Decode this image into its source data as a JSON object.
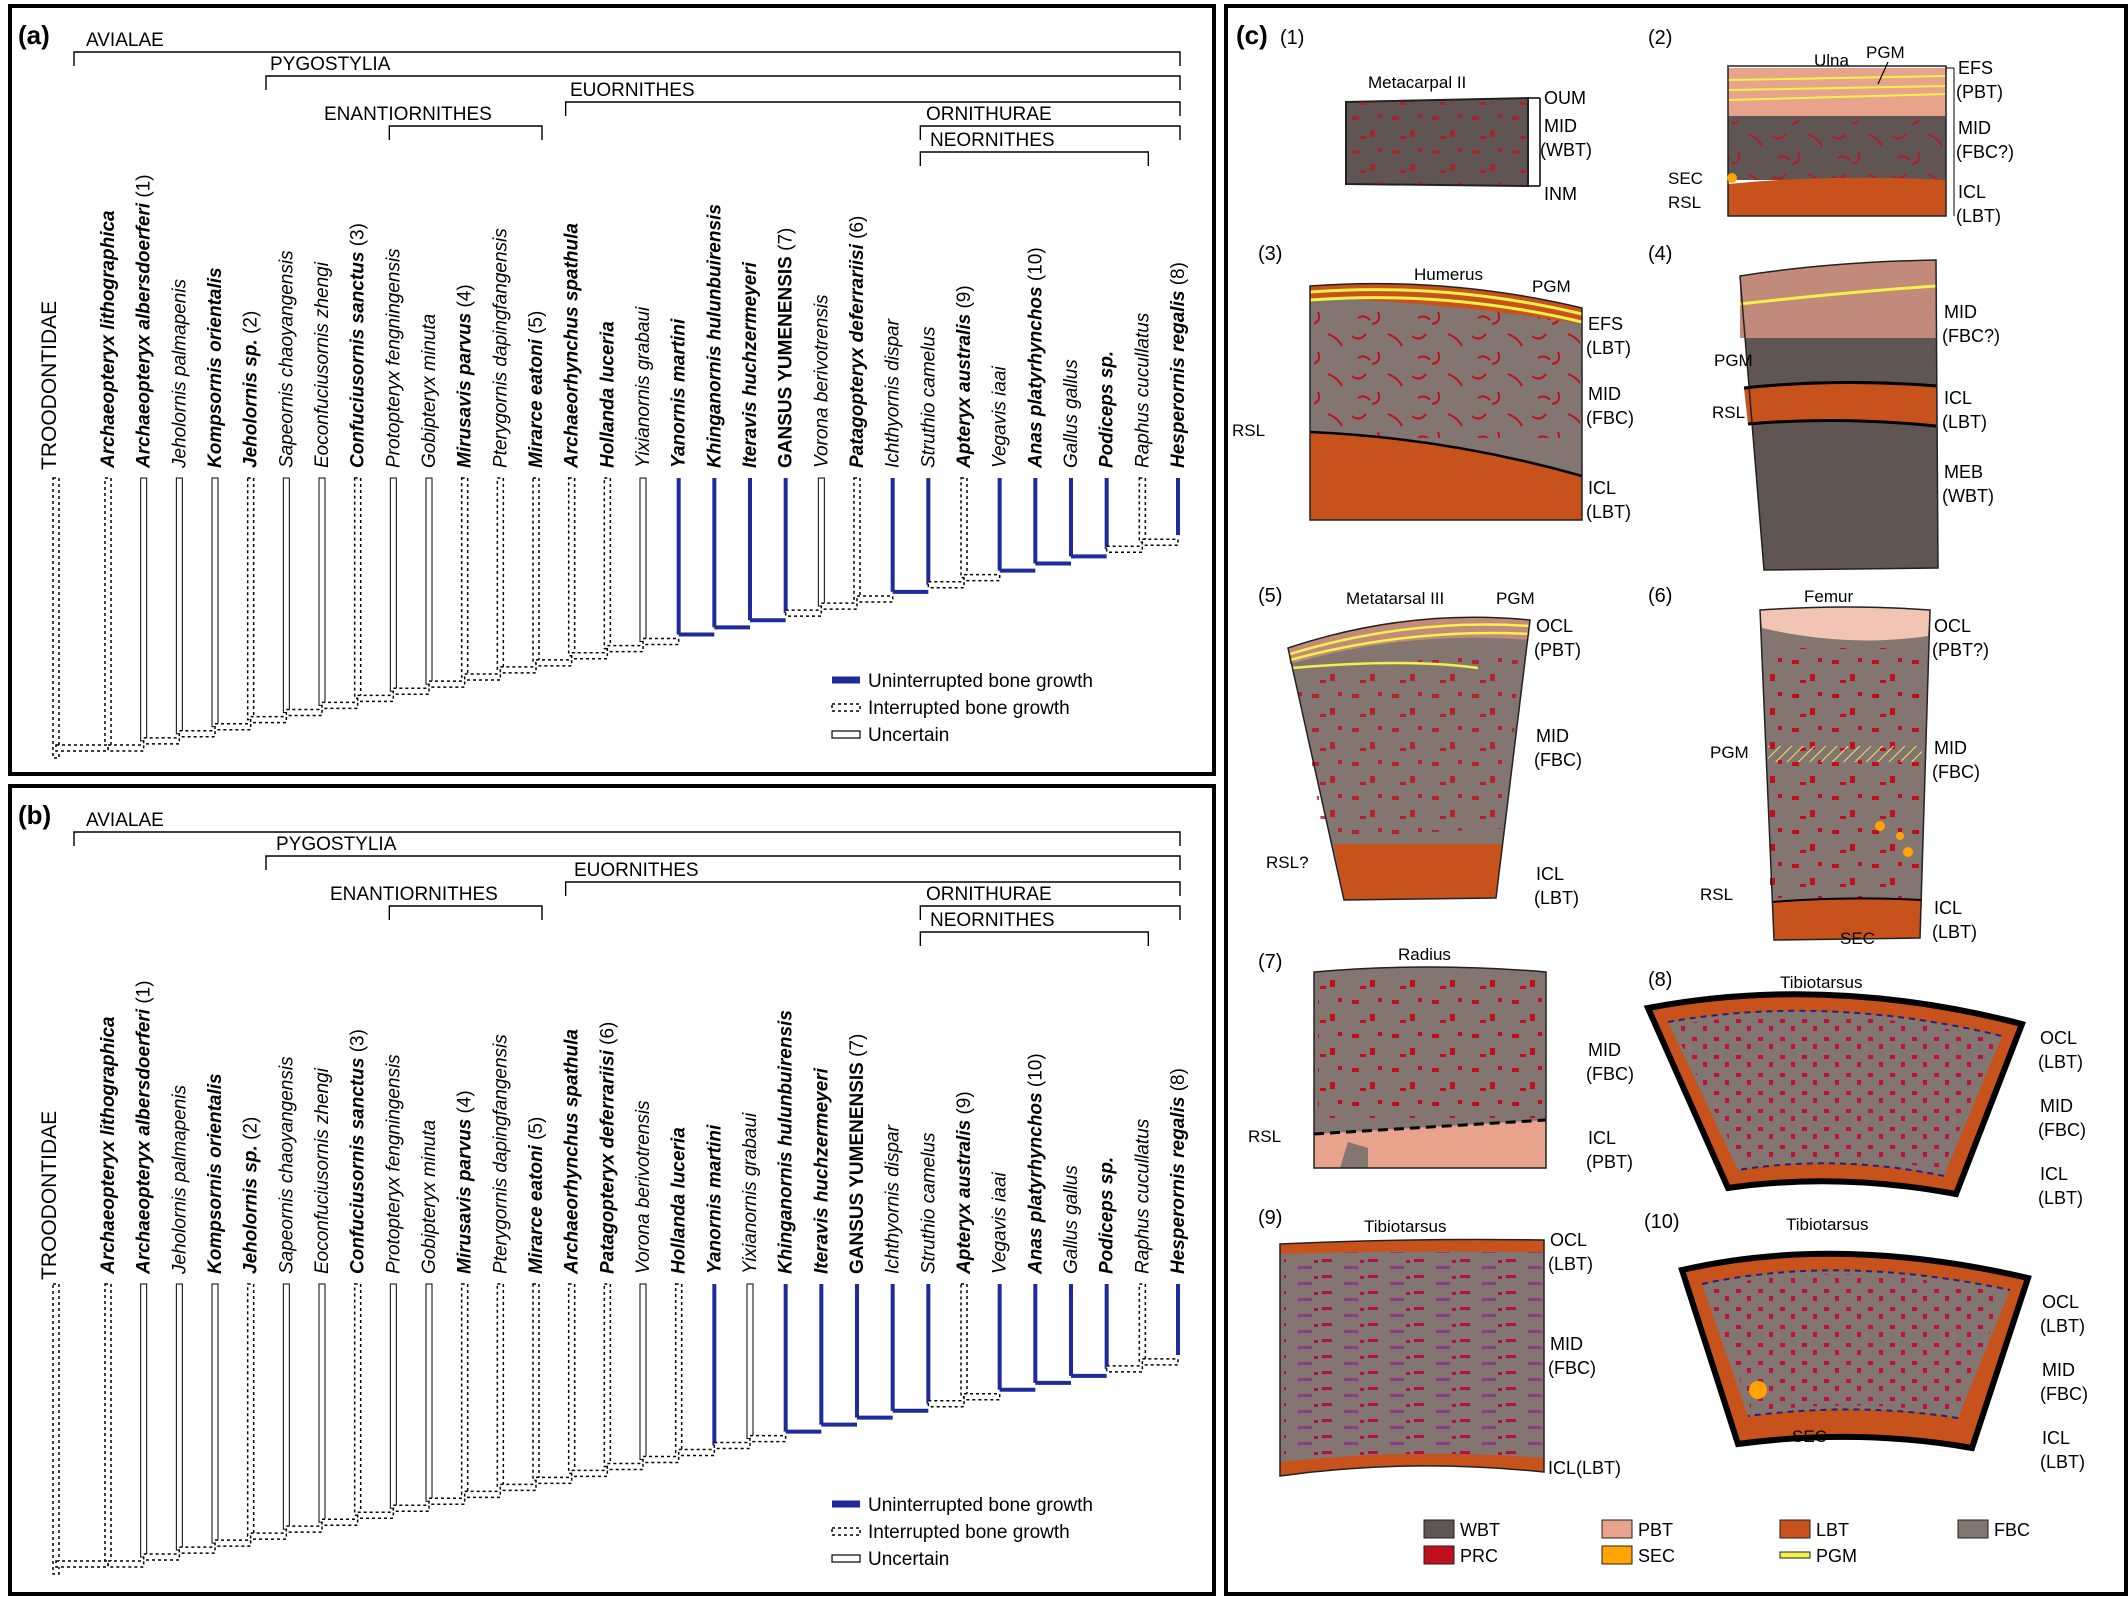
{
  "panel_a": {
    "letter": "(a)",
    "clades": {
      "avialae": "AVIALAE",
      "pygostylia": "PYGOSTYLIA",
      "enantiornithes": "ENANTIORNITHES",
      "euornithes": "EUORNITHES",
      "ornithurae": "ORNITHURAE",
      "neornithes": "NEORNITHES"
    },
    "outgroup": "TROODONTIDAE",
    "taxa": [
      {
        "name": "Archaeopteryx lithographica",
        "num": "",
        "bold": true,
        "state": "interrupted"
      },
      {
        "name": "Archaeopteryx albersdoerferi",
        "num": "(1)",
        "bold": true,
        "state": "uncertain"
      },
      {
        "name": "Jeholornis palmapenis",
        "num": "",
        "bold": false,
        "state": "uncertain"
      },
      {
        "name": "Kompsornis orientalis",
        "num": "",
        "bold": true,
        "state": "uncertain"
      },
      {
        "name": "Jeholornis sp.",
        "num": "(2)",
        "bold": true,
        "state": "interrupted"
      },
      {
        "name": "Sapeornis chaoyangensis",
        "num": "",
        "bold": false,
        "state": "uncertain"
      },
      {
        "name": "Eoconfuciusornis zhengi",
        "num": "",
        "bold": false,
        "state": "uncertain"
      },
      {
        "name": "Confuciusornis sanctus",
        "num": "(3)",
        "bold": true,
        "state": "interrupted"
      },
      {
        "name": "Protopteryx fengningensis",
        "num": "",
        "bold": false,
        "state": "uncertain"
      },
      {
        "name": "Gobipteryx minuta",
        "num": "",
        "bold": false,
        "state": "uncertain"
      },
      {
        "name": "Mirusavis parvus",
        "num": "(4)",
        "bold": true,
        "state": "interrupted"
      },
      {
        "name": "Pterygornis dapingfangensis",
        "num": "",
        "bold": false,
        "state": "interrupted"
      },
      {
        "name": "Mirarce eatoni",
        "num": "(5)",
        "bold": true,
        "state": "interrupted"
      },
      {
        "name": "Archaeorhynchus spathula",
        "num": "",
        "bold": true,
        "state": "interrupted"
      },
      {
        "name": "Hollanda luceria",
        "num": "",
        "bold": true,
        "state": "interrupted"
      },
      {
        "name": "Yixianornis grabaui",
        "num": "",
        "bold": false,
        "state": "uncertain"
      },
      {
        "name": "Yanornis martini",
        "num": "",
        "bold": true,
        "state": "uninterrupted"
      },
      {
        "name": "Khinganornis hulunbuirensis",
        "num": "",
        "bold": true,
        "state": "uninterrupted"
      },
      {
        "name": "Iteravis huchzermeyeri",
        "num": "",
        "bold": true,
        "state": "uninterrupted"
      },
      {
        "name": "GANSUS YUMENENSIS",
        "num": "(7)",
        "bold": true,
        "state": "uninterrupted"
      },
      {
        "name": "Vorona berivotrensis",
        "num": "",
        "bold": false,
        "state": "uncertain"
      },
      {
        "name": "Patagopteryx deferrariisi",
        "num": "(6)",
        "bold": true,
        "state": "interrupted"
      },
      {
        "name": "Ichthyornis dispar",
        "num": "",
        "bold": false,
        "state": "uninterrupted"
      },
      {
        "name": "Struthio camelus",
        "num": "",
        "bold": false,
        "state": "uninterrupted"
      },
      {
        "name": "Apteryx australis",
        "num": "(9)",
        "bold": true,
        "state": "interrupted"
      },
      {
        "name": "Vegavis iaai",
        "num": "",
        "bold": false,
        "state": "uninterrupted"
      },
      {
        "name": "Anas platyrhynchos",
        "num": "(10)",
        "bold": true,
        "state": "uninterrupted"
      },
      {
        "name": "Gallus gallus",
        "num": "",
        "bold": false,
        "state": "uninterrupted"
      },
      {
        "name": "Podiceps sp.",
        "num": "",
        "bold": true,
        "state": "uninterrupted"
      },
      {
        "name": "Raphus cucullatus",
        "num": "",
        "bold": false,
        "state": "interrupted"
      },
      {
        "name": "Hesperornis regalis",
        "num": "(8)",
        "bold": true,
        "state": "uninterrupted"
      }
    ]
  },
  "panel_b": {
    "letter": "(b)",
    "clades": {
      "avialae": "AVIALAE",
      "pygostylia": "PYGOSTYLIA",
      "enantiornithes": "ENANTIORNITHES",
      "euornithes": "EUORNITHES",
      "ornithurae": "ORNITHURAE",
      "neornithes": "NEORNITHES"
    },
    "outgroup": "TROODONTIDAE",
    "taxa": [
      {
        "name": "Archaeopteryx lithographica",
        "num": "",
        "bold": true,
        "state": "interrupted"
      },
      {
        "name": "Archaeopteryx albersdoerferi",
        "num": "(1)",
        "bold": true,
        "state": "uncertain"
      },
      {
        "name": "Jeholornis palmapenis",
        "num": "",
        "bold": false,
        "state": "uncertain"
      },
      {
        "name": "Kompsornis orientalis",
        "num": "",
        "bold": true,
        "state": "uncertain"
      },
      {
        "name": "Jeholornis sp.",
        "num": "(2)",
        "bold": true,
        "state": "interrupted"
      },
      {
        "name": "Sapeornis chaoyangensis",
        "num": "",
        "bold": false,
        "state": "uncertain"
      },
      {
        "name": "Eoconfuciusornis zhengi",
        "num": "",
        "bold": false,
        "state": "uncertain"
      },
      {
        "name": "Confuciusornis sanctus",
        "num": "(3)",
        "bold": true,
        "state": "interrupted"
      },
      {
        "name": "Protopteryx fengningensis",
        "num": "",
        "bold": false,
        "state": "uncertain"
      },
      {
        "name": "Gobipteryx minuta",
        "num": "",
        "bold": false,
        "state": "uncertain"
      },
      {
        "name": "Mirusavis parvus",
        "num": "(4)",
        "bold": true,
        "state": "interrupted"
      },
      {
        "name": "Pterygornis dapingfangensis",
        "num": "",
        "bold": false,
        "state": "interrupted"
      },
      {
        "name": "Mirarce eatoni",
        "num": "(5)",
        "bold": true,
        "state": "interrupted"
      },
      {
        "name": "Archaeorhynchus spathula",
        "num": "",
        "bold": true,
        "state": "interrupted"
      },
      {
        "name": "Patagopteryx deferrariisi",
        "num": "(6)",
        "bold": true,
        "state": "interrupted"
      },
      {
        "name": "Vorona berivotrensis",
        "num": "",
        "bold": false,
        "state": "uncertain"
      },
      {
        "name": "Hollanda luceria",
        "num": "",
        "bold": true,
        "state": "interrupted"
      },
      {
        "name": "Yanornis martini",
        "num": "",
        "bold": true,
        "state": "uninterrupted"
      },
      {
        "name": "Yixianornis grabaui",
        "num": "",
        "bold": false,
        "state": "uncertain"
      },
      {
        "name": "Khinganornis hulunbuirensis",
        "num": "",
        "bold": true,
        "state": "uninterrupted"
      },
      {
        "name": "Iteravis huchzermeyeri",
        "num": "",
        "bold": true,
        "state": "uninterrupted"
      },
      {
        "name": "GANSUS YUMENENSIS",
        "num": "(7)",
        "bold": true,
        "state": "uninterrupted"
      },
      {
        "name": "Ichthyornis dispar",
        "num": "",
        "bold": false,
        "state": "uninterrupted"
      },
      {
        "name": "Struthio camelus",
        "num": "",
        "bold": false,
        "state": "uninterrupted"
      },
      {
        "name": "Apteryx australis",
        "num": "(9)",
        "bold": true,
        "state": "interrupted"
      },
      {
        "name": "Vegavis iaai",
        "num": "",
        "bold": false,
        "state": "uninterrupted"
      },
      {
        "name": "Anas platyrhynchos",
        "num": "(10)",
        "bold": true,
        "state": "uninterrupted"
      },
      {
        "name": "Gallus gallus",
        "num": "",
        "bold": false,
        "state": "uninterrupted"
      },
      {
        "name": "Podiceps sp.",
        "num": "",
        "bold": true,
        "state": "uninterrupted"
      },
      {
        "name": "Raphus cucullatus",
        "num": "",
        "bold": false,
        "state": "interrupted"
      },
      {
        "name": "Hesperornis regalis",
        "num": "(8)",
        "bold": true,
        "state": "uninterrupted"
      }
    ]
  },
  "tree_legend": {
    "uninterrupted": "Uninterrupted bone growth",
    "interrupted": "Interrupted bone growth",
    "uncertain": "Uncertain"
  },
  "panel_c": {
    "letter": "(c)",
    "sections": [
      {
        "num": "(1)",
        "bone": "Metacarpal II",
        "labels": [
          "OUM",
          "MID",
          "(WBT)",
          "INM"
        ]
      },
      {
        "num": "(2)",
        "bone": "Ulna",
        "labels": [
          "PGM",
          "EFS",
          "(PBT)",
          "MID",
          "(FBC?)",
          "ICL",
          "(LBT)",
          "SEC",
          "RSL"
        ]
      },
      {
        "num": "(3)",
        "bone": "Humerus",
        "labels": [
          "PGM",
          "EFS",
          "(LBT)",
          "MID",
          "(FBC)",
          "ICL",
          "(LBT)",
          "RSL"
        ]
      },
      {
        "num": "(4)",
        "bone": "",
        "labels": [
          "MID",
          "(FBC?)",
          "PGM",
          "RSL",
          "ICL",
          "(LBT)",
          "MEB",
          "(WBT)"
        ]
      },
      {
        "num": "(5)",
        "bone": "Metatarsal III",
        "labels": [
          "PGM",
          "OCL",
          "(PBT)",
          "MID",
          "(FBC)",
          "RSL?",
          "ICL",
          "(LBT)"
        ]
      },
      {
        "num": "(6)",
        "bone": "Femur",
        "labels": [
          "OCL",
          "(PBT?)",
          "PGM",
          "MID",
          "(FBC)",
          "RSL",
          "ICL",
          "(LBT)",
          "SEC"
        ]
      },
      {
        "num": "(7)",
        "bone": "Radius",
        "labels": [
          "MID",
          "(FBC)",
          "RSL",
          "ICL",
          "(PBT)"
        ]
      },
      {
        "num": "(8)",
        "bone": "Tibiotarsus",
        "labels": [
          "OCL",
          "(LBT)",
          "MID",
          "(FBC)",
          "ICL",
          "(LBT)"
        ]
      },
      {
        "num": "(9)",
        "bone": "Tibiotarsus",
        "labels": [
          "OCL",
          "(LBT)",
          "MID",
          "(FBC)",
          "ICL(LBT)"
        ]
      },
      {
        "num": "(10)",
        "bone": "Tibiotarsus",
        "labels": [
          "OCL",
          "(LBT)",
          "MID",
          "(FBC)",
          "ICL",
          "(LBT)",
          "SEC"
        ]
      }
    ],
    "legend": [
      {
        "code": "WBT",
        "color": "#5f5552"
      },
      {
        "code": "PBT",
        "color": "#e8a38c"
      },
      {
        "code": "LBT",
        "color": "#c8521c"
      },
      {
        "code": "FBC",
        "color": "#837570"
      },
      {
        "code": "PRC",
        "color": "#c0101e"
      },
      {
        "code": "SEC",
        "color": "#ffa400"
      },
      {
        "code": "PGM",
        "color": "#f2f24a"
      }
    ]
  },
  "colors": {
    "uninterrupted": "#1f2a9c",
    "wbt": "#5f5552",
    "pbt": "#e8a38c",
    "lbt": "#c8521c",
    "fbc": "#837570",
    "prc": "#c0101e",
    "sec": "#ffa400",
    "pgm": "#f2f24a"
  }
}
